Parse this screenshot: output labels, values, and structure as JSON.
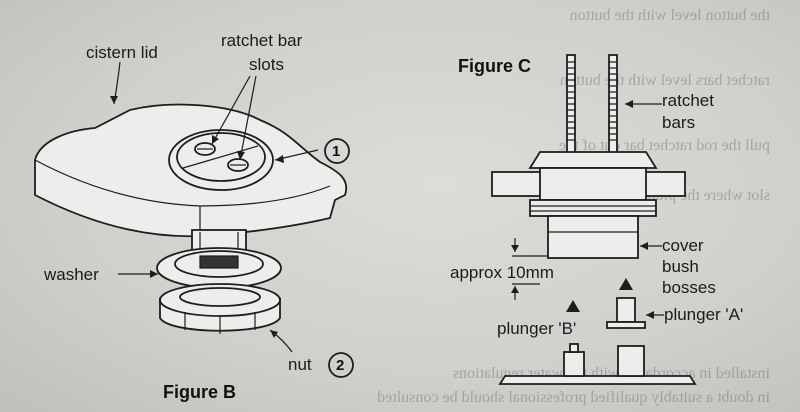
{
  "figure_b": {
    "title": "Figure B",
    "labels": {
      "cistern_lid": "cistern lid",
      "ratchet_slots_line1": "ratchet bar",
      "ratchet_slots_line2": "slots",
      "washer": "washer",
      "nut": "nut",
      "callout_1": "1",
      "callout_2": "2"
    }
  },
  "figure_c": {
    "title": "Figure C",
    "labels": {
      "ratchet_bars_line1": "ratchet",
      "ratchet_bars_line2": "bars",
      "cover": "cover",
      "bush": "bush",
      "bosses": "bosses",
      "approx": "approx 10mm",
      "plunger_a": "plunger 'A'",
      "plunger_b": "plunger 'B'"
    }
  }
}
